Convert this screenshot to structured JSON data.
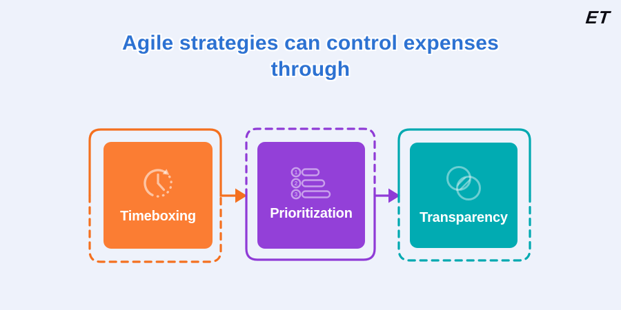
{
  "background": "#EEF2FB",
  "logo": {
    "text": "ET"
  },
  "title": {
    "line1": "Agile strategies can control expenses",
    "line2": "through",
    "color": "#2D72D2"
  },
  "cards": [
    {
      "id": "timeboxing",
      "label": "Timeboxing",
      "icon": "clock-history-icon",
      "fill": "#FB7D33",
      "accent": "#F4701F"
    },
    {
      "id": "prioritization",
      "label": "Prioritization",
      "icon": "priority-list-icon",
      "fill": "#9340D8",
      "accent": "#8F3BD6",
      "icon_numbers": [
        "1",
        "2",
        "3"
      ]
    },
    {
      "id": "transparency",
      "label": "Transparency",
      "icon": "venn-overlap-icon",
      "fill": "#01ABB2",
      "accent": "#00A9B0"
    }
  ],
  "connectors": [
    {
      "from": "timeboxing",
      "to": "prioritization",
      "color": "#F4701F"
    },
    {
      "from": "prioritization",
      "to": "transparency",
      "color": "#8F3BD6"
    }
  ]
}
